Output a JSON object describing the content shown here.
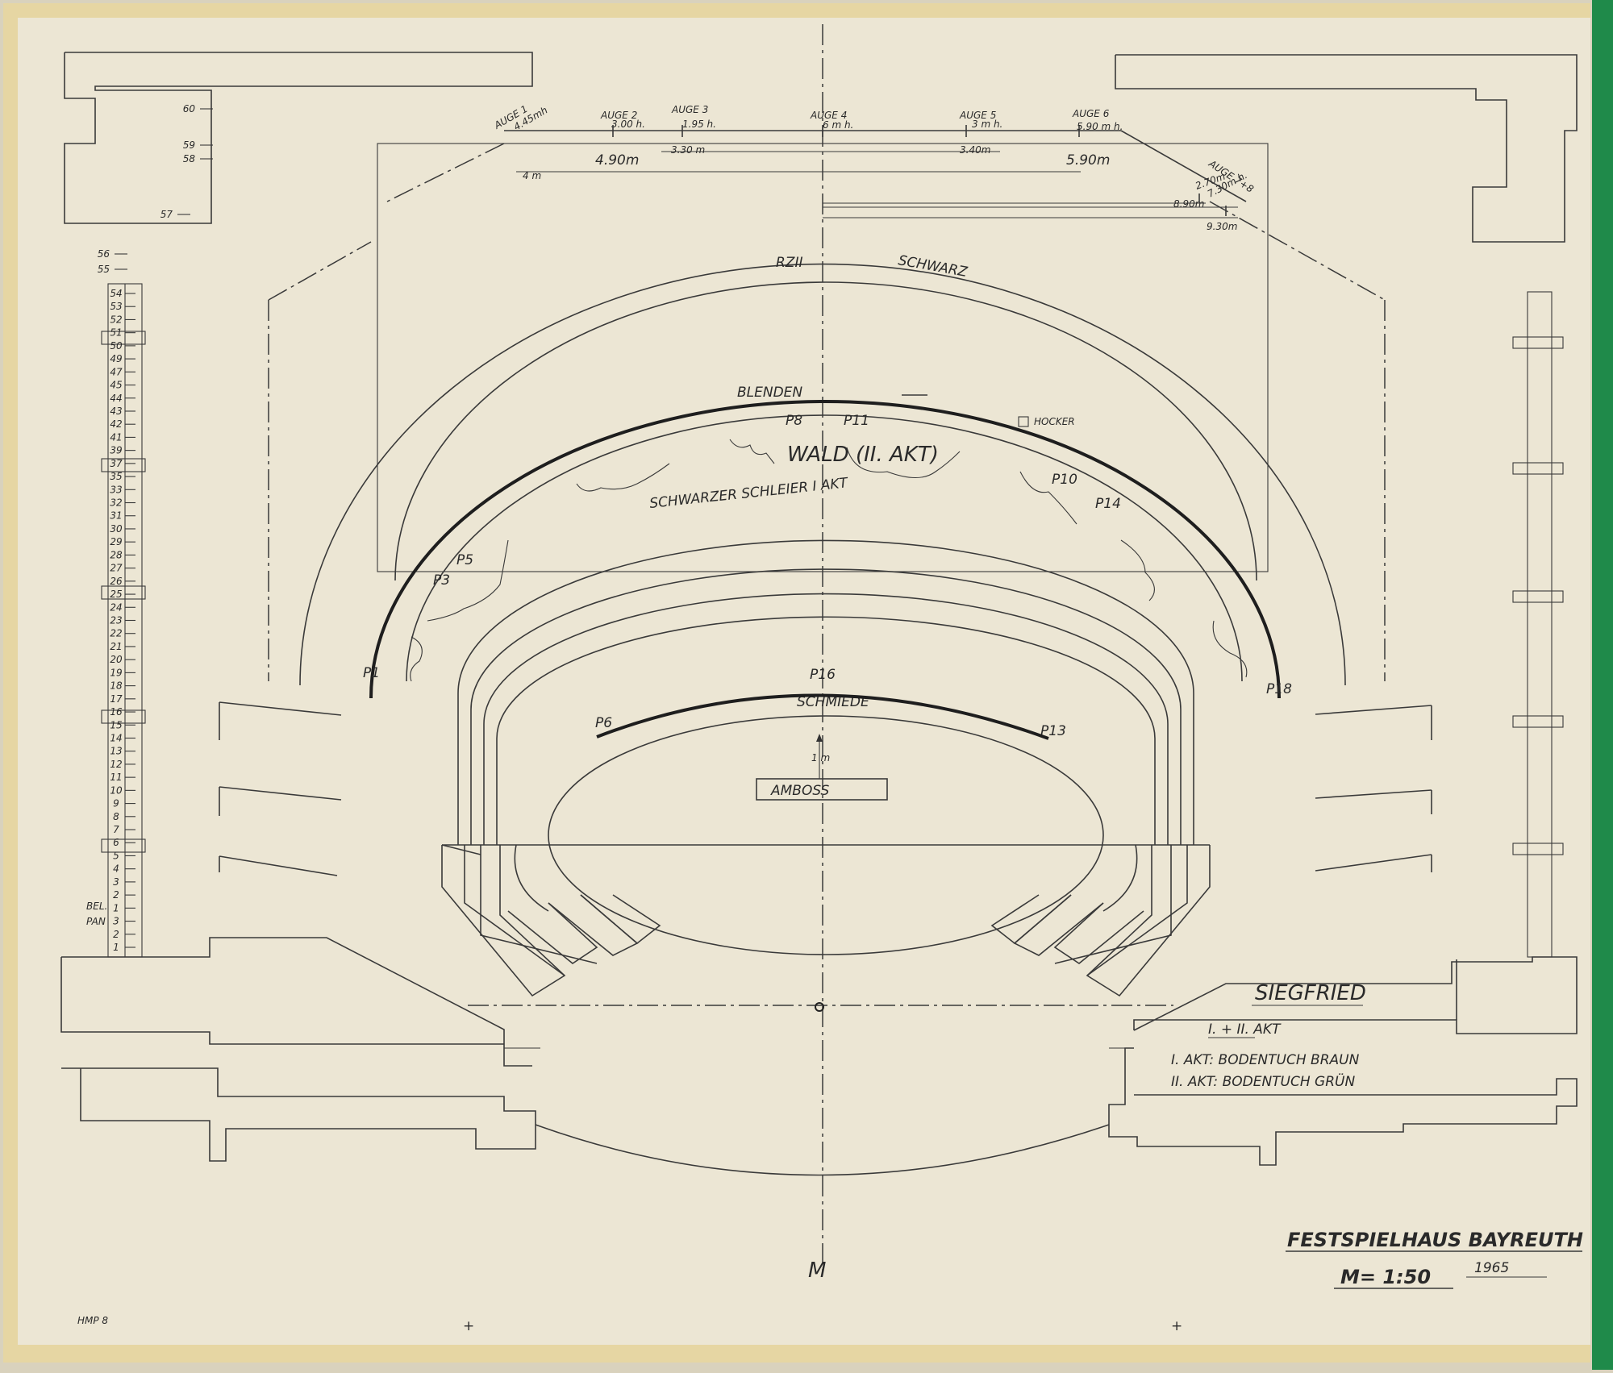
{
  "drawing": {
    "auge": {
      "auge1": "AUGE 1",
      "auge1_h": "4.45mh",
      "auge2": "AUGE 2",
      "auge2_h": "3.00 h.",
      "auge3": "AUGE 3",
      "auge3_h": "1.95 h.",
      "auge4": "AUGE 4",
      "auge4_h": "6 m h.",
      "auge5": "AUGE 5",
      "auge5_h": "3 m h.",
      "auge6": "AUGE 6",
      "auge6_h": "5.90 m h.",
      "auge78": "AUGE 7+8",
      "auge78_h1": "2.70m",
      "auge78_h2": "7.30m h."
    },
    "dims": {
      "d330": "3.30 m",
      "d340": "3.40m",
      "d490": "4.90m",
      "d4m": "4 m",
      "d590": "5.90m",
      "d890": "8.90m",
      "d930": "9.30m",
      "d1m": "1 m"
    },
    "scene": {
      "rzii": "RZII",
      "schwarz": "SCHWARZ",
      "blenden": "BLENDEN",
      "hocker": "HOCKER",
      "wald": "WALD (II. AKT)",
      "schleier": "SCHWARZER SCHLEIER I AKT",
      "schmiede": "SCHMIEDE",
      "amboss": "AMBOSS",
      "m": "M"
    },
    "points": {
      "p1": "P1",
      "p3": "P3",
      "p5": "P5",
      "p6": "P6",
      "p8": "P8",
      "p10": "P10",
      "p11": "P11",
      "p13": "P13",
      "p14": "P14",
      "p16": "P16",
      "p18": "P18"
    },
    "rail": {
      "top": [
        "60",
        "59",
        "58",
        "57",
        "56",
        "55"
      ],
      "numbers": [
        "54",
        "53",
        "52",
        "51",
        "50",
        "49",
        "47",
        "45",
        "44",
        "43",
        "42",
        "41",
        "39",
        "37",
        "35",
        "33",
        "32",
        "31",
        "30",
        "29",
        "28",
        "27",
        "26",
        "25",
        "24",
        "23",
        "22",
        "21",
        "20",
        "19",
        "18",
        "17",
        "16",
        "15",
        "14",
        "13",
        "12",
        "11",
        "10",
        "9",
        "8",
        "7",
        "6",
        "5",
        "4",
        "3",
        "2",
        "1",
        "3",
        "2",
        "1"
      ],
      "bel": "BEL.",
      "pan": "PAN"
    },
    "notes": {
      "title": "SIEGFRIED",
      "akt": "I. + II. AKT",
      "line1": "I. AKT: BODENTUCH BRAUN",
      "line2": "II. AKT: BODENTUCH GRÜN"
    },
    "titleblock": {
      "place": "FESTSPIELHAUS BAYREUTH",
      "scale": "M= 1:50",
      "year": "1965",
      "stamp": "HMP 8"
    }
  },
  "colors": {
    "paper": "#ece6d4",
    "edge_tape": "#e8d8a8",
    "green_strip": "#1f8a4a",
    "ink": "#2a2a2a"
  }
}
